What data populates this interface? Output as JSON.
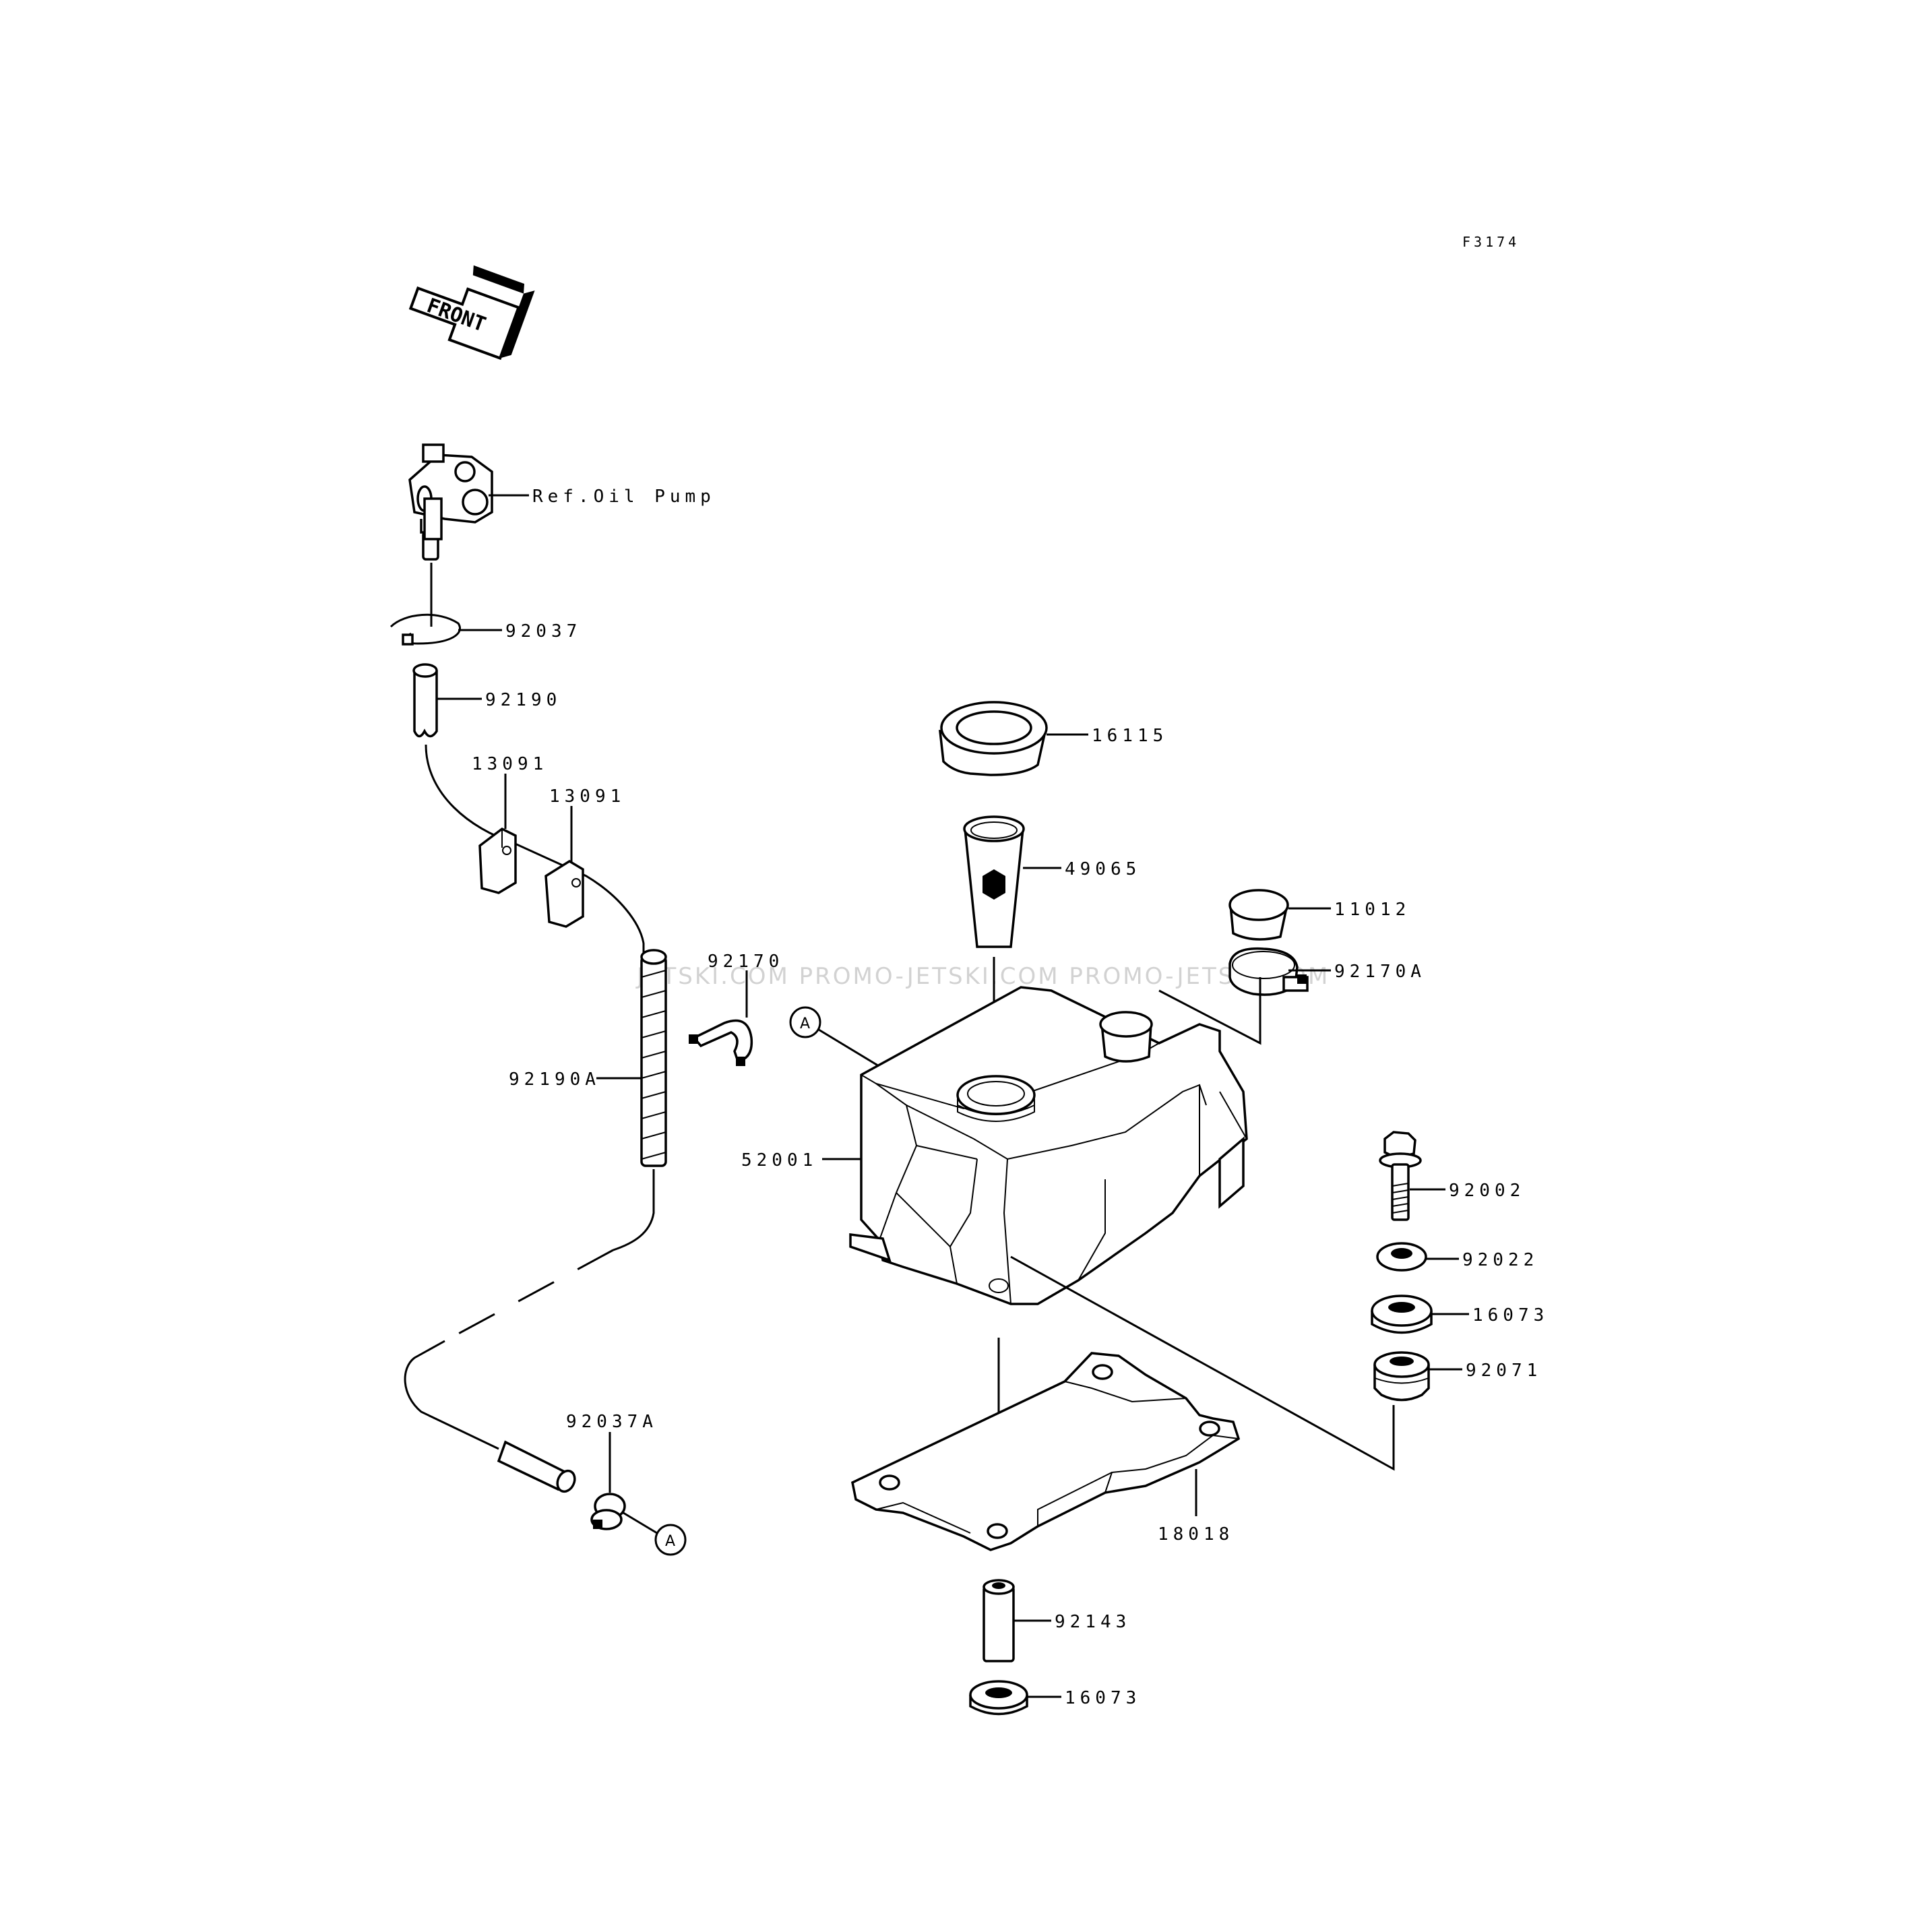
{
  "figure_code": "F3174",
  "front_label": "FRONT",
  "watermark": "JETSKI.COM PROMO-JETSKI.COM PROMO-JETSKI.COM",
  "callout_letter": "A",
  "parts": {
    "ref_oil_pump": "Ref.Oil Pump",
    "p92037": "92037",
    "p92190": "92190",
    "p13091_a": "13091",
    "p13091_b": "13091",
    "p92170": "92170",
    "p92190a": "92190A",
    "p92037a": "92037A",
    "p16115": "16115",
    "p49065": "49065",
    "p11012": "11012",
    "p92170a": "92170A",
    "p52001": "52001",
    "p92002": "92002",
    "p92022": "92022",
    "p16073_a": "16073",
    "p92071": "92071",
    "p18018": "18018",
    "p92143": "92143",
    "p16073_b": "16073"
  }
}
